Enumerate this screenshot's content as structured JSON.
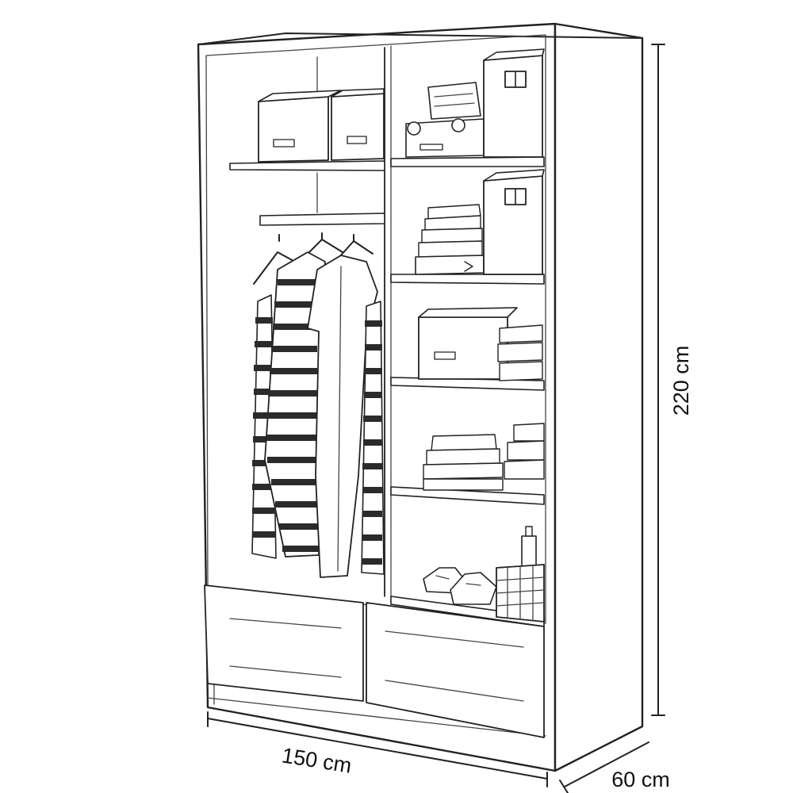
{
  "dimensions": {
    "width_label": "150 cm",
    "depth_label": "60 cm",
    "height_label": "220 cm"
  },
  "colors": {
    "line": "#222222",
    "background": "#ffffff"
  }
}
